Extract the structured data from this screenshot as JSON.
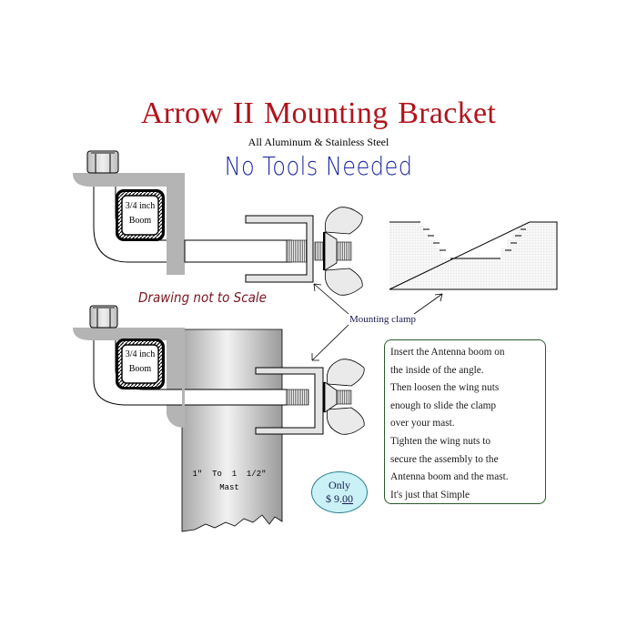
{
  "title": "Arrow II   Mounting Bracket",
  "subtitle": "All Aluminum & Stainless Steel",
  "tagline": "No Tools Needed",
  "scale_note": "Drawing not to Scale",
  "callout": "Mounting clamp",
  "boom_label": {
    "line1": "3/4 inch",
    "line2": "Boom"
  },
  "mast_label": {
    "line1": "1\"  To  1  1/2\"",
    "line2": "Mast"
  },
  "price": {
    "prefix": "Only",
    "currency": "$",
    "dollars": "9.",
    "cents": "00"
  },
  "instructions": [
    "Insert the Antenna boom on",
    "the inside of the angle.",
    "Then loosen the wing nuts",
    "enough to slide the clamp",
    "over your mast.",
    "Tighten the wing nuts to",
    "secure the assembly to the",
    "Antenna boom and the mast.",
    "It's just that Simple"
  ],
  "colors": {
    "title": "#b0141c",
    "tagline": "#1c2aa0",
    "scale_note": "#7a1520",
    "bracket": "#b4b4b4",
    "price_fill": "#c9f1f6",
    "instructions_border": "#2a5a2a"
  }
}
